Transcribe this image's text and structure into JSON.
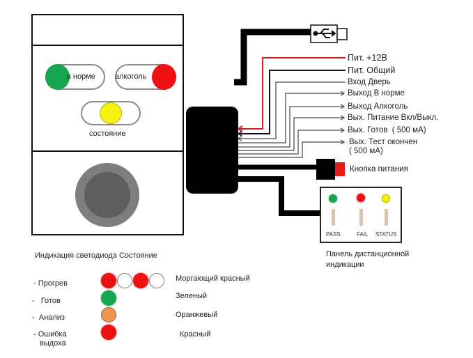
{
  "device": {
    "leds": [
      {
        "id": "norm",
        "label": "в норме",
        "color": "#16a651"
      },
      {
        "id": "alcohol",
        "label": "алкоголь",
        "color": "#ee1111"
      },
      {
        "id": "status",
        "label": "состояние",
        "color": "#f8f210"
      }
    ],
    "mouthpiece_color": "#7e7e7e"
  },
  "connectors": {
    "usb_icon": "usb-icon",
    "power_button_label": "Кнопка питания",
    "power_button_color": "#e21b1b"
  },
  "wires": [
    {
      "label": "Пит. +12В",
      "color": "#d42020",
      "direction": "in"
    },
    {
      "label": "Пит. Общий",
      "color": "#111111",
      "direction": "in"
    },
    {
      "label": "Вход Дверь",
      "color": "#444444",
      "direction": "in"
    },
    {
      "label": "Выход В норме",
      "color": "#444444",
      "direction": "out"
    },
    {
      "label": "Выход Алкоголь",
      "color": "#444444",
      "direction": "out"
    },
    {
      "label": "Вых. Питание Вкл/Выкл.",
      "color": "#444444",
      "direction": "out"
    },
    {
      "label": "Вых. Готов  ( 500 мА)",
      "color": "#444444",
      "direction": "out"
    },
    {
      "label": "Вых. Тест окончен",
      "label2": "( 500 мА)",
      "color": "#444444",
      "direction": "out"
    }
  ],
  "remote_panel": {
    "caption_line1": "Панель дистанционной",
    "caption_line2": "индикации",
    "leds": [
      {
        "label": "PASS",
        "color": "#16a651"
      },
      {
        "label": "FAIL",
        "color": "#ee1111"
      },
      {
        "label": "STATUS",
        "color": "#f8f210"
      }
    ]
  },
  "legend": {
    "title": "Индикация  светодиода Состояние",
    "rows": [
      {
        "state": "- Прогрев",
        "pattern": [
          "#ee1111",
          "#ffffff",
          "#ee1111",
          "#ffffff"
        ],
        "description": "Моргающий красный"
      },
      {
        "state": "-   Готов",
        "pattern": [
          "#16a651"
        ],
        "description": "Зеленый"
      },
      {
        "state": "-  Анализ",
        "pattern": [
          "#f0964e"
        ],
        "description": "Оранжевый"
      },
      {
        "state": "- Ошибка",
        "state2": "выдоха",
        "pattern": [
          "#ee1111"
        ],
        "description": "Красный"
      }
    ]
  }
}
